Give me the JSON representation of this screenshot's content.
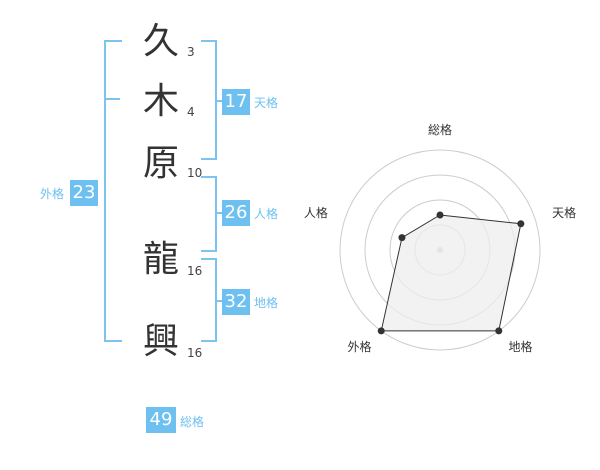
{
  "name_chars": [
    {
      "char": "久",
      "strokes": "3"
    },
    {
      "char": "木",
      "strokes": "4"
    },
    {
      "char": "原",
      "strokes": "10"
    },
    {
      "char": "龍",
      "strokes": "16"
    },
    {
      "char": "興",
      "strokes": "16"
    }
  ],
  "grids": {
    "tenkaku": {
      "value": "17",
      "label": "天格"
    },
    "jinkaku": {
      "value": "26",
      "label": "人格"
    },
    "chikaku": {
      "value": "32",
      "label": "地格"
    },
    "gaikaku": {
      "value": "23",
      "label": "外格"
    },
    "soukaku": {
      "value": "49",
      "label": "総格"
    }
  },
  "chart_data": {
    "type": "radar",
    "axes": [
      "総格",
      "天格",
      "地格",
      "外格",
      "人格"
    ],
    "values": [
      0.35,
      0.85,
      1.0,
      1.0,
      0.4
    ],
    "max": 1,
    "rings": 4,
    "fill_color": "#eeeeee",
    "line_color": "#333333",
    "grid_color": "#cccccc",
    "point_color": "#333333"
  },
  "colors": {
    "accent": "#6ec0f0",
    "bracket": "#7cc4ef"
  }
}
